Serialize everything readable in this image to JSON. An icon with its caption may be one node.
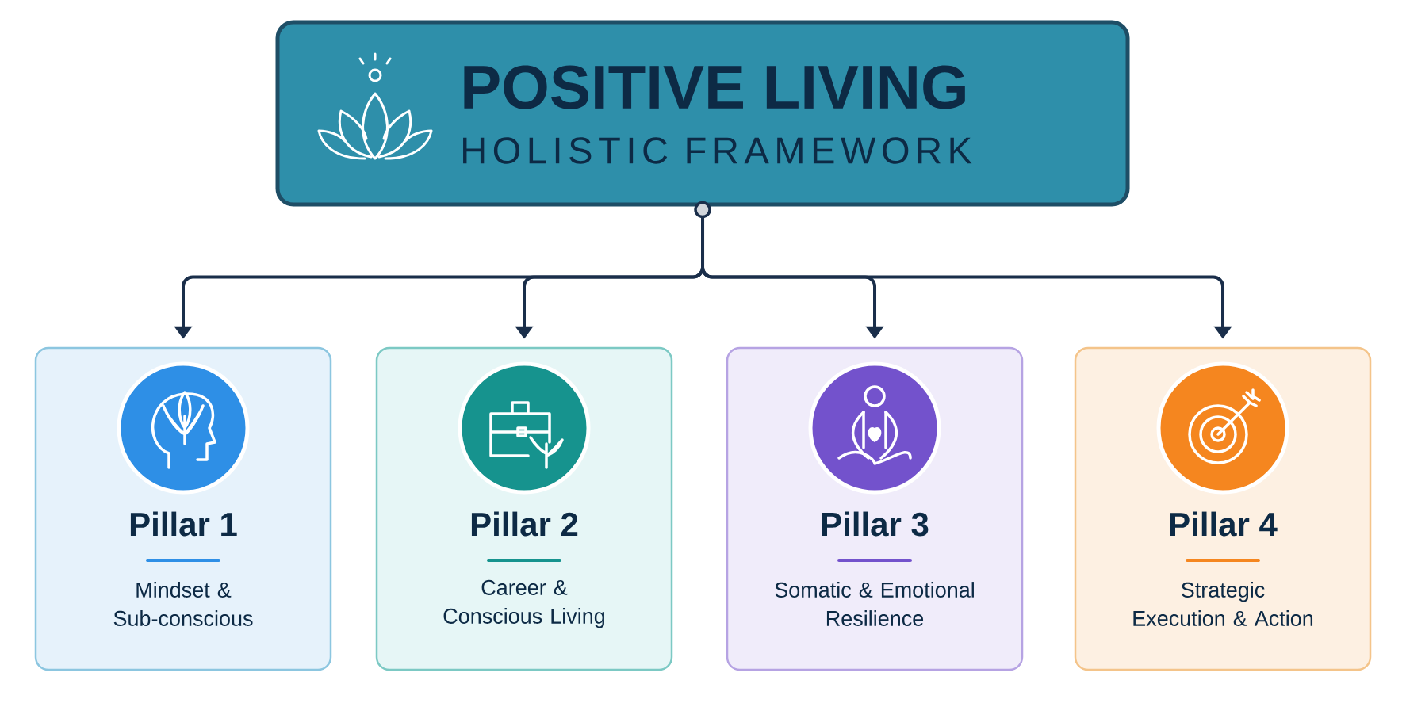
{
  "diagram": {
    "nodes": [
      {
        "text": [
          "POSITIVE LIVING",
          "HOLISTIC FRAMEWORK"
        ]
      },
      {
        "text": [
          "Pillar 1",
          "Mindset & Sub-conscious"
        ]
      },
      {
        "text": [
          "Pillar 2",
          "Career & Conscious Living"
        ]
      },
      {
        "text": [
          "Pillar 3",
          "Somatic & Emotional Resilience"
        ]
      },
      {
        "text": [
          "Pillar 4",
          "Strategic Execution & Action"
        ]
      }
    ],
    "edges": [
      {
        "from": 0,
        "to": 1,
        "arrow": "to"
      },
      {
        "from": 0,
        "to": 2,
        "arrow": "to"
      },
      {
        "from": 0,
        "to": 3,
        "arrow": "to"
      },
      {
        "from": 0,
        "to": 4,
        "arrow": "to"
      }
    ]
  }
}
